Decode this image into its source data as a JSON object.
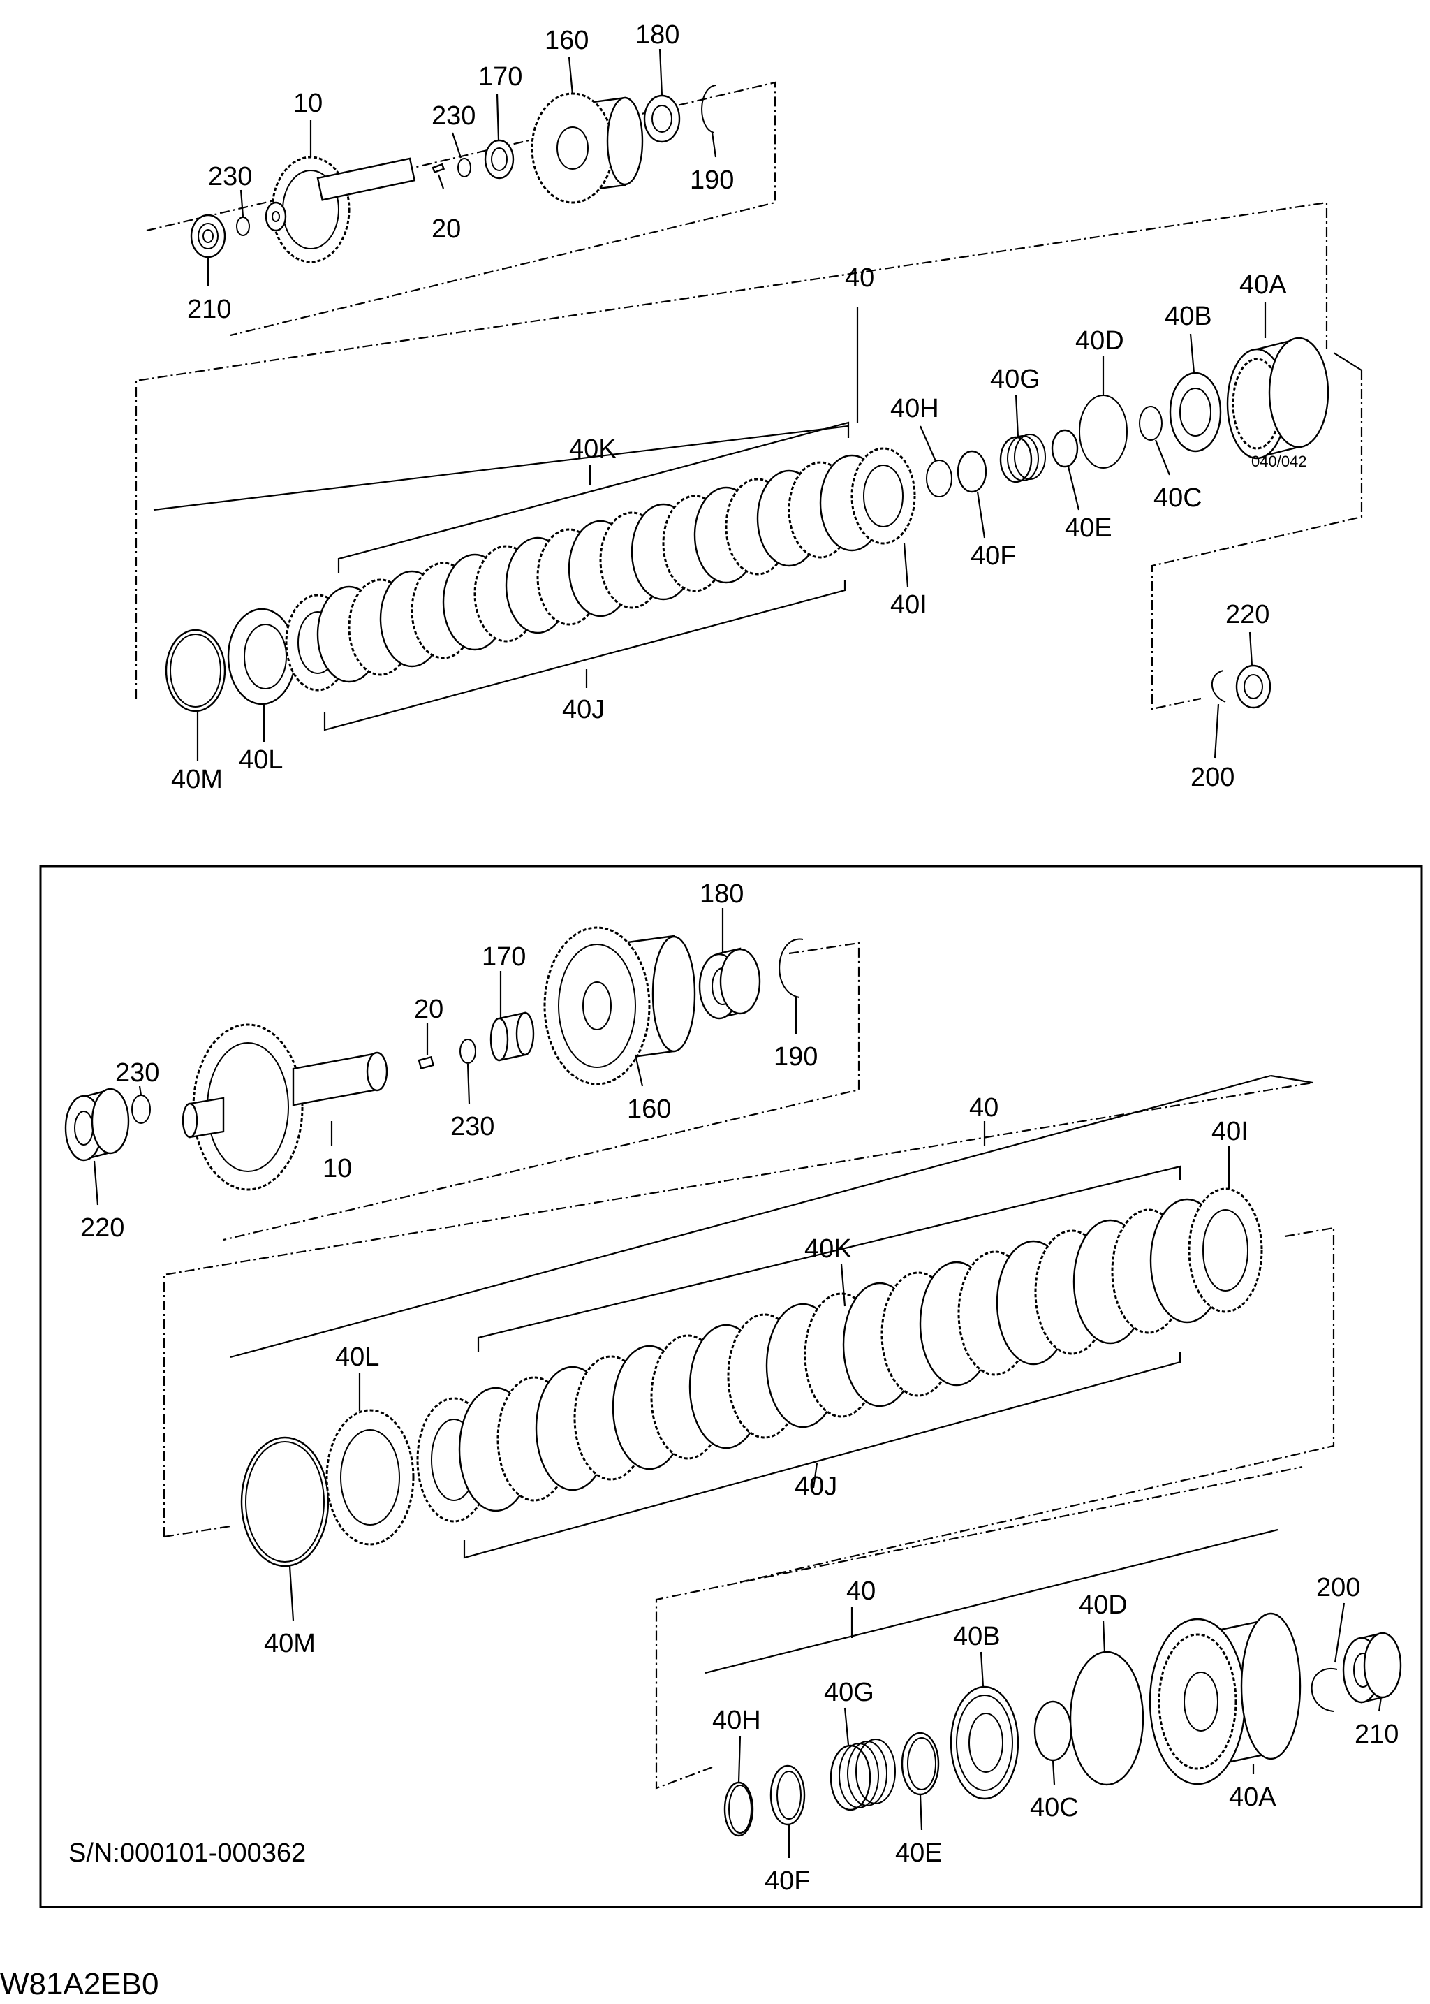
{
  "top_view": {
    "labels": [
      "10",
      "230",
      "230",
      "20",
      "170",
      "160",
      "180",
      "190",
      "210",
      "40",
      "40A",
      "40B",
      "40C",
      "40D",
      "40E",
      "40F",
      "40G",
      "40H",
      "40I",
      "40J",
      "40K",
      "40L",
      "40M",
      "200",
      "220"
    ],
    "note": "040/042"
  },
  "bottom_view": {
    "labels": [
      "180",
      "170",
      "20",
      "230",
      "230",
      "160",
      "190",
      "10",
      "220",
      "40",
      "40I",
      "40K",
      "40L",
      "40J",
      "40M",
      "40",
      "200",
      "40D",
      "40B",
      "40G",
      "40H",
      "40E",
      "40C",
      "40F",
      "40A",
      "210"
    ],
    "serial": "S/N:000101-000362"
  },
  "footer_code": "W81A2EB0"
}
